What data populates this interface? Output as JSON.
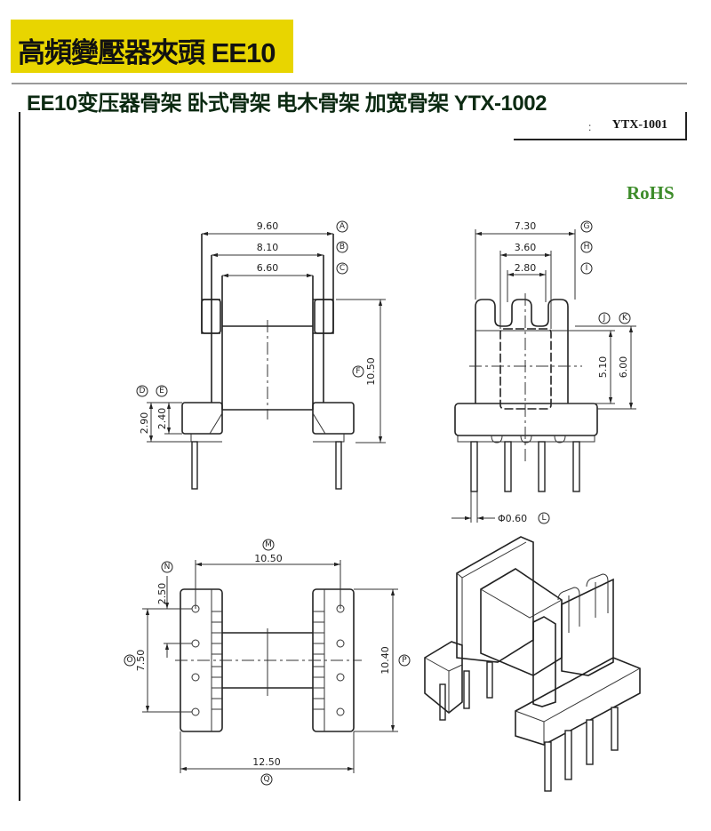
{
  "header": {
    "banner_title": "高頻變壓器夾頭  EE10",
    "subtitle": "EE10变压器骨架 卧式骨架  电木骨架 加宽骨架 YTX-1002",
    "reference_code": "YTX-1001",
    "reference_mark": ":",
    "rohs_label": "RoHS"
  },
  "colors": {
    "banner": "#e8d500",
    "subtitle": "#0c2a12",
    "rohs": "#3d8c2a"
  },
  "front_view": {
    "dim_a": "9.60",
    "dim_b": "8.10",
    "dim_c": "6.60",
    "dim_d": "2.90",
    "dim_e": "2.40",
    "dim_f": "10.50",
    "labels": {
      "a": "A",
      "b": "B",
      "c": "C",
      "d": "D",
      "e": "E",
      "f": "F"
    }
  },
  "side_view": {
    "dim_g": "7.30",
    "dim_h": "3.60",
    "dim_i": "2.80",
    "dim_j": "5.10",
    "dim_k": "6.00",
    "dim_l": "Φ0.60",
    "labels": {
      "g": "G",
      "h": "H",
      "i": "I",
      "j": "J",
      "k": "K",
      "l": "L"
    }
  },
  "bottom_view": {
    "dim_m": "10.50",
    "dim_n": "2.50",
    "dim_o": "7.50",
    "dim_p": "10.40",
    "dim_q": "12.50",
    "labels": {
      "m": "M",
      "n": "N",
      "o": "O",
      "p": "P",
      "q": "Q"
    }
  }
}
